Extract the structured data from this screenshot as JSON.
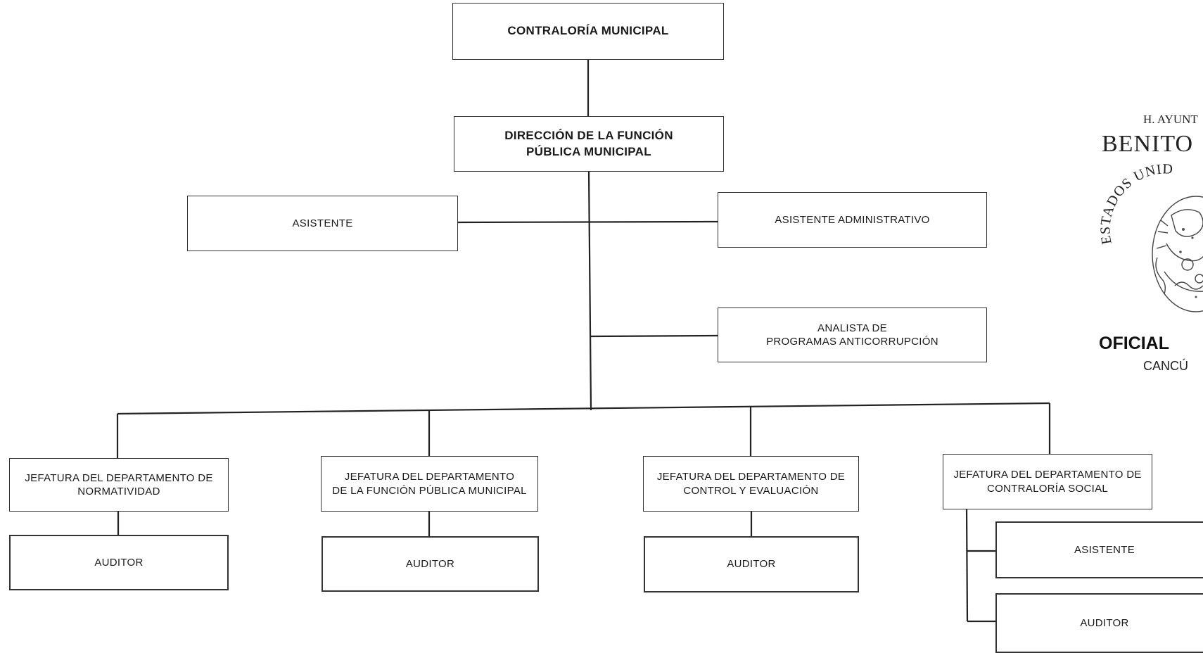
{
  "org_chart": {
    "root": "CONTRALORÍA MUNICIPAL",
    "direction": "DIRECCIÓN DE  LA FUNCIÓN\nPÚBLICA MUNICIPAL",
    "asistente": "ASISTENTE",
    "asistente_administrativo": "ASISTENTE ADMINISTRATIVO",
    "analista": "ANALISTA DE\nPROGRAMAS ANTICORRUPCIÓN",
    "departments": [
      {
        "name": "JEFATURA DEL DEPARTAMENTO DE\nNORMATIVIDAD",
        "sub": "AUDITOR"
      },
      {
        "name": "JEFATURA DEL DEPARTAMENTO\nDE LA FUNCIÓN PÚBLICA MUNICIPAL",
        "sub": "AUDITOR"
      },
      {
        "name": "JEFATURA DEL DEPARTAMENTO DE\nCONTROL Y EVALUACIÓN",
        "sub": "AUDITOR"
      },
      {
        "name": "JEFATURA DEL DEPARTAMENTO DE\nCONTRALORÍA SOCIAL",
        "subs": [
          "ASISTENTE",
          "AUDITOR"
        ]
      }
    ]
  },
  "stamp": {
    "line1": "H. AYUNT",
    "line2": "BENITO",
    "arc_text": "ESTADOS UNID",
    "line3": "OFICIAL",
    "line4": "CANCÚ"
  }
}
